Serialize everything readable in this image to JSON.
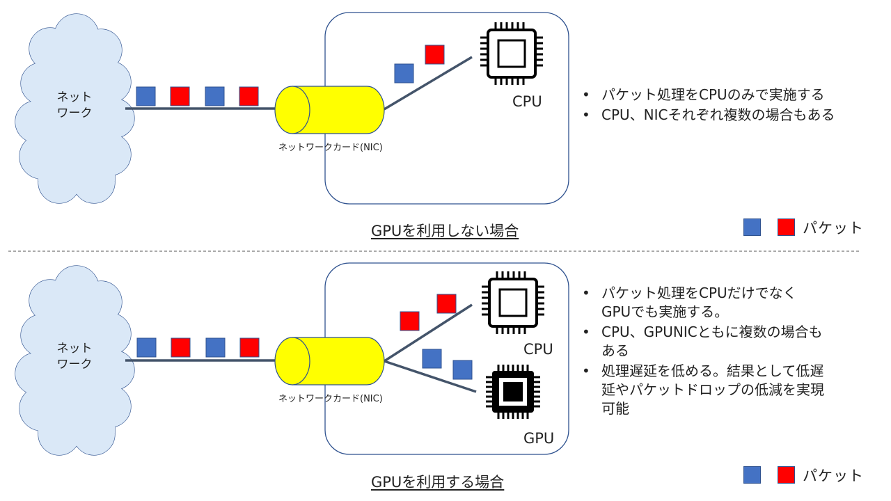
{
  "colors": {
    "packet_blue": "#4472c4",
    "packet_red": "#ff0000",
    "nic_yellow": "#ffff00",
    "cloud_fill": "#dae8f7",
    "line": "#44546a"
  },
  "top": {
    "cloud_label_1": "ネット",
    "cloud_label_2": "ワーク",
    "nic_label": "ネットワークカード(NIC)",
    "cpu_label": "CPU",
    "caption": "GPUを利用しない場合",
    "bullets": [
      "パケット処理をCPUのみで実施する",
      "CPU、NICそれぞれ複数の場合もある"
    ],
    "legend_label": "パケット"
  },
  "bottom": {
    "cloud_label_1": "ネット",
    "cloud_label_2": "ワーク",
    "nic_label": "ネットワークカード(NIC)",
    "cpu_label": "CPU",
    "gpu_label": "GPU",
    "caption": "GPUを利用する場合",
    "bullets": [
      "パケット処理をCPUだけでなく",
      "GPUでも実施する。",
      "CPU、GPUNICともに複数の場合も",
      "ある",
      "処理遅延を低める。結果として低遅",
      "延やパケットドロップの低減を実現",
      "可能"
    ],
    "legend_label": "パケット"
  }
}
